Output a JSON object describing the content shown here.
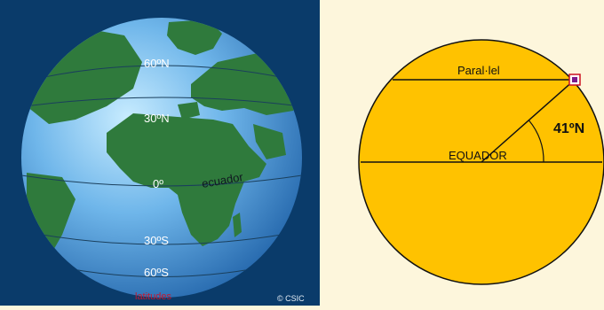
{
  "globe_panel": {
    "lat_labels": {
      "n60": "60ºN",
      "n30": "30ºN",
      "eq": "0º",
      "s30": "30ºS",
      "s60": "60ºS"
    },
    "equator_label": "ecuador",
    "caption": "latitudes",
    "copyright": "© CSIC",
    "colors": {
      "background": "#0a3b6a",
      "ocean": "#4f9be0",
      "land": "#2f7a3c",
      "caption": "#c4182e"
    }
  },
  "circle_panel": {
    "parallel_label": "Paral·lel",
    "equator_label": "EQUADOR",
    "angle_label": "41ºN",
    "latitude_deg": 41,
    "colors": {
      "fill": "#ffc200",
      "point_marker": "#7a1a8c",
      "point_outline": "#cc1020"
    }
  }
}
